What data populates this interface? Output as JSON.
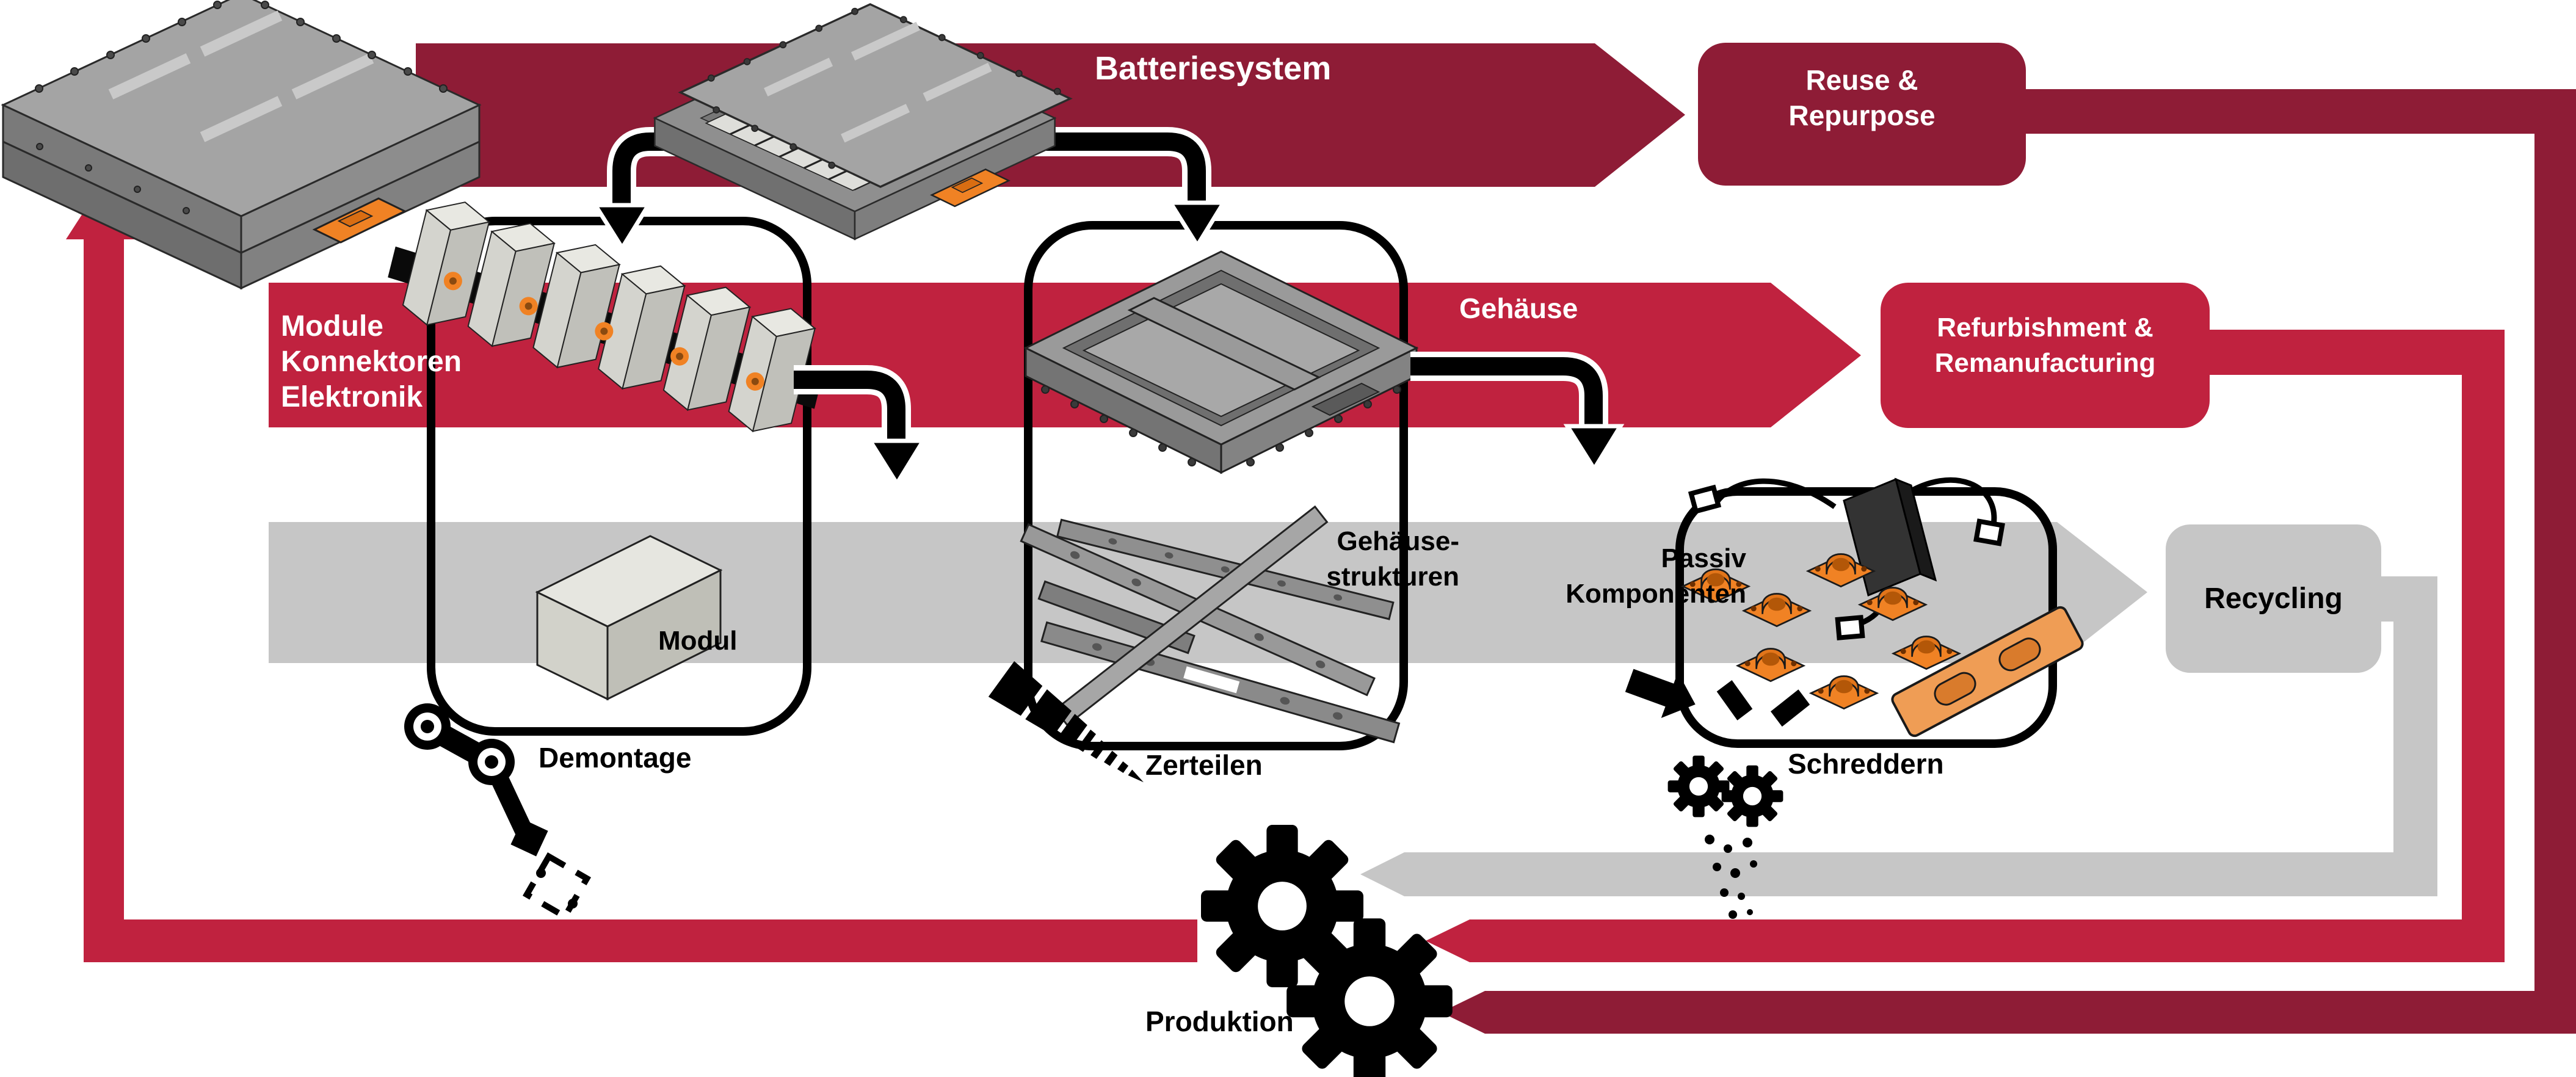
{
  "colors": {
    "dark_red": "#8E1C36",
    "bright_red": "#C0223F",
    "band_gray": "#C6C6C6",
    "arrow_black": "#000000",
    "label_white": "#FFFFFF",
    "component_orange": "#F08224"
  },
  "top_flow": {
    "band_label": "Batteriesystem",
    "box_line1": "Reuse &",
    "box_line2": "Repurpose"
  },
  "mid_flow": {
    "left_label_line1": "Module",
    "left_label_line2": "Konnektoren",
    "left_label_line3": "Elektronik",
    "band_label": "Gehäuse",
    "box_line1": "Refurbishment &",
    "box_line2": "Remanufacturing"
  },
  "gray_flow": {
    "label_modul": "Modul",
    "label_gehaeuse_line1": "Gehäuse-",
    "label_gehaeuse_line2": "strukturen",
    "label_passiv_line1": "Passiv",
    "label_passiv_line2": "Komponenten",
    "box_label": "Recycling"
  },
  "processes": {
    "demontage": "Demontage",
    "zerteilen": "Zerteilen",
    "schreddern": "Schreddern",
    "produktion": "Produktion"
  },
  "icons": {
    "demontage": "robot-arm-icon",
    "zerteilen": "drill-icon",
    "schreddern": "shredder-gears-icon",
    "produktion": "production-gears-icon"
  }
}
